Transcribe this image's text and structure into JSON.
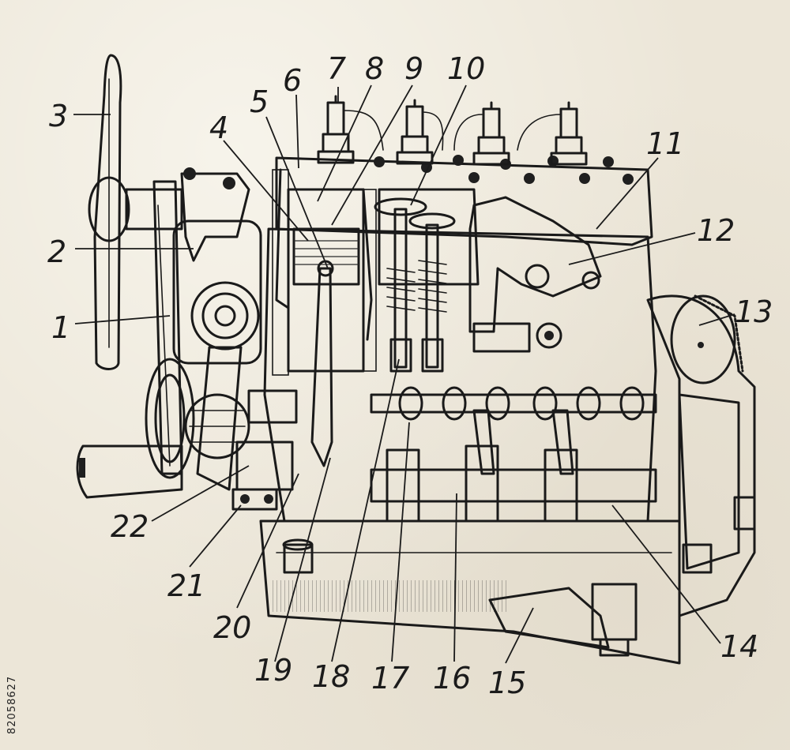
{
  "labels": [
    "1",
    "2",
    "3",
    "4",
    "5",
    "6",
    "7",
    "8",
    "9",
    "10",
    "11",
    "12",
    "13",
    "14",
    "15",
    "16",
    "17",
    "18",
    "19",
    "20",
    "21",
    "22"
  ],
  "stock_id": "82058627",
  "colors": {
    "paper": "#ece6d8",
    "ink": "#1a1a1a"
  }
}
